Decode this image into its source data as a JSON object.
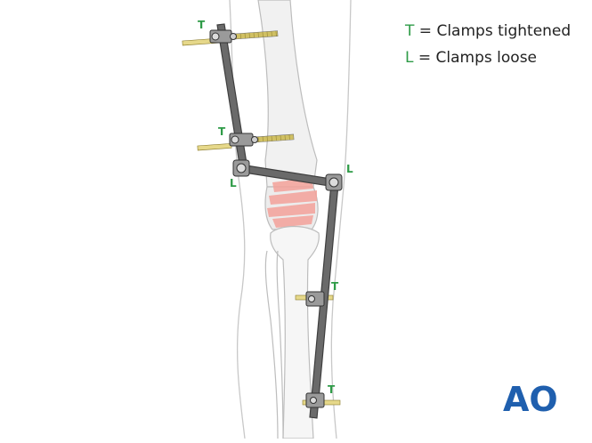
{
  "legend": [
    {
      "key": "T",
      "equals": "=",
      "text": "Clamps tightened"
    },
    {
      "key": "L",
      "equals": "=",
      "text": "Clamps loose"
    }
  ],
  "clamp_labels": {
    "upper_pin_1": "T",
    "upper_pin_2": "T",
    "joint_upper": "L",
    "joint_lower": "L",
    "lower_pin_1": "T",
    "lower_pin_2": "T"
  },
  "logo": "AO",
  "colors": {
    "legend_key": "#2e9b47",
    "frame_rod": "#555555",
    "pin": "#d9c76a",
    "fracture_zone": "#f4a29a",
    "bone_outline": "#bfbfbf",
    "logo": "#1f5fae"
  }
}
